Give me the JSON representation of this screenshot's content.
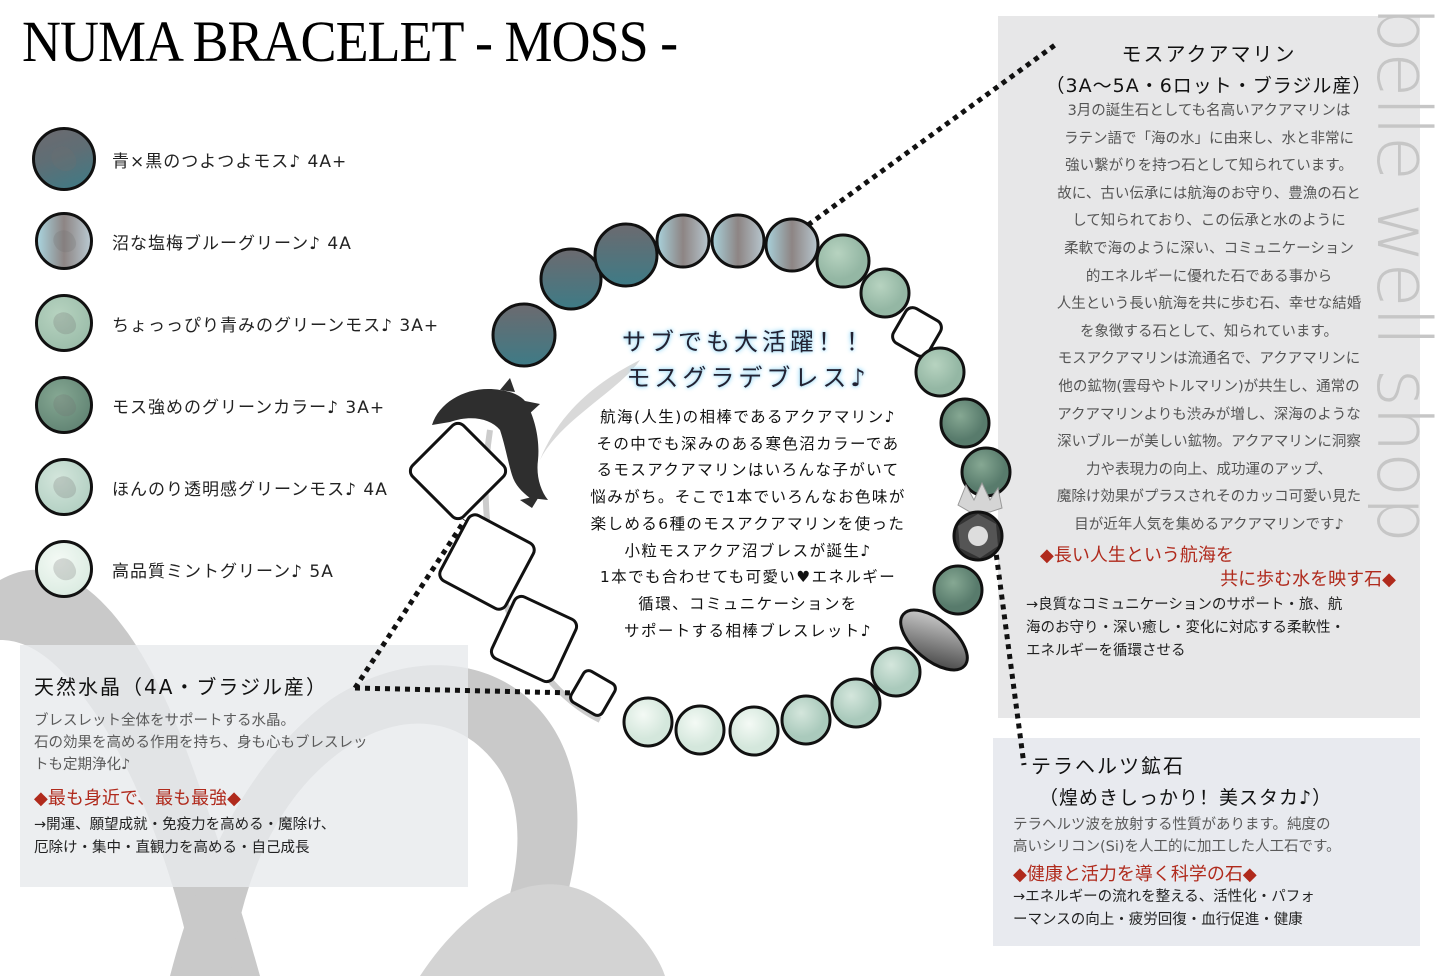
{
  "title": "NUMA BRACELET - MOSS -",
  "stone_list": [
    {
      "label": "青×黒のつよつよモス♪ 4A+",
      "color_top": "#6c6a6f",
      "color_bottom": "#3e7b86",
      "size": "large"
    },
    {
      "label": "沼な塩梅ブルーグリーン♪ 4A",
      "color_top": "#a9d2dc",
      "color_bottom": "#7b7472",
      "size": "small"
    },
    {
      "label": "ちょっっぴり青みのグリーンモス♪ 3A+",
      "color_top": "#a6c6b0",
      "color_bottom": "#8fb3a0",
      "size": "small"
    },
    {
      "label": "モス強めのグリーンカラー♪ 3A+",
      "color_top": "#7fa18c",
      "color_bottom": "#55796a",
      "size": "small"
    },
    {
      "label": "ほんのり透明感グリーンモス♪ 4A",
      "color_top": "#c6ddd3",
      "color_bottom": "#a9c8bb",
      "size": "small"
    },
    {
      "label": "高品質ミントグリーン♪ 5A",
      "color_top": "#eef6f0",
      "color_bottom": "#d4e7dc",
      "size": "small"
    }
  ],
  "center": {
    "catch_line1": "サブでも大活躍！！",
    "catch_line2": "モスグラデブレス♪",
    "body_lines": [
      "航海(人生)の相棒であるアクアマリン♪",
      "その中でも深みのある寒色沼カラーであ",
      "るモスアクアマリンはいろんな子がいて",
      "悩みがち。そこで1本でいろんなお色味が",
      "楽しめる6種のモスアクアマリンを使った",
      "小粒モスアクア沼ブレスが誕生♪",
      "1本でも合わせても可愛い♥エネルギー",
      "循環、コミュニケーションを",
      "サポートする相棒ブレスレット♪"
    ]
  },
  "crystal_panel": {
    "title": "天然水晶（4A・ブラジル産）",
    "desc_lines": [
      "ブレスレット全体をサポートする水晶。",
      "石の効果を高める作用を持ち、身も心もブレスレッ",
      "トも定期浄化♪"
    ],
    "highlight": "◆最も身近で、最も最強◆",
    "effects_lines": [
      "→開運、願望成就・免疫力を高める・魔除け、",
      "厄除け・集中・直観力を高める・自己成長"
    ]
  },
  "moss_panel": {
    "title": "モスアクアマリン",
    "subtitle": "（3A〜5A・6ロット・ブラジル産）",
    "desc_lines": [
      "3月の誕生石としても名高いアクアマリンは",
      "ラテン語で「海の水」に由来し、水と非常に",
      "強い繋がりを持つ石として知られています。",
      "故に、古い伝承には航海のお守り、豊漁の石と",
      "して知られており、この伝承と水のように",
      "柔軟で海のように深い、コミュニケーション",
      "的エネルギーに優れた石である事から",
      "人生という長い航海を共に歩む石、幸せな結婚",
      "を象徴する石として、知られています。",
      "モスアクアマリンは流通名で、アクアマリンに",
      "他の鉱物(雲母やトルマリン)が共生し、通常の",
      "アクアマリンよりも渋みが増し、深海のような",
      "深いブルーが美しい鉱物。アクアマリンに洞察",
      "力や表現力の向上、成功運のアップ、",
      "魔除け効果がプラスされそのカッコ可愛い見た",
      "目が近年人気を集めるアクアマリンです♪"
    ],
    "highlight_line1": "◆長い人生という航海を",
    "highlight_line2": "共に歩む水を映す石◆",
    "effects_lines": [
      "→良質なコミュニケーションのサポート・旅、航",
      "海のお守り・深い癒し・変化に対応する柔軟性・",
      "エネルギーを循環させる"
    ]
  },
  "tera_panel": {
    "title": "テラヘルツ鉱石",
    "subtitle": "（煌めきしっかり！美スタカ♪）",
    "desc_lines": [
      "テラヘルツ波を放射する性質があります。純度の",
      "高いシリコン(Si)を人工的に加工した人工石です。"
    ],
    "highlight": "◆健康と活力を導く科学の石◆",
    "effects_lines": [
      "→エネルギーの流れを整える、活性化・パフォ",
      "ーマンスの向上・疲労回復・血行促進・健康"
    ]
  },
  "watermark": "belle well shop",
  "colors": {
    "highlight_red": "#b02a1c",
    "panel_gray": "#e6e6e7",
    "swirl_gray": "#c9c9c9",
    "catch_glow": "#aee0f7"
  }
}
